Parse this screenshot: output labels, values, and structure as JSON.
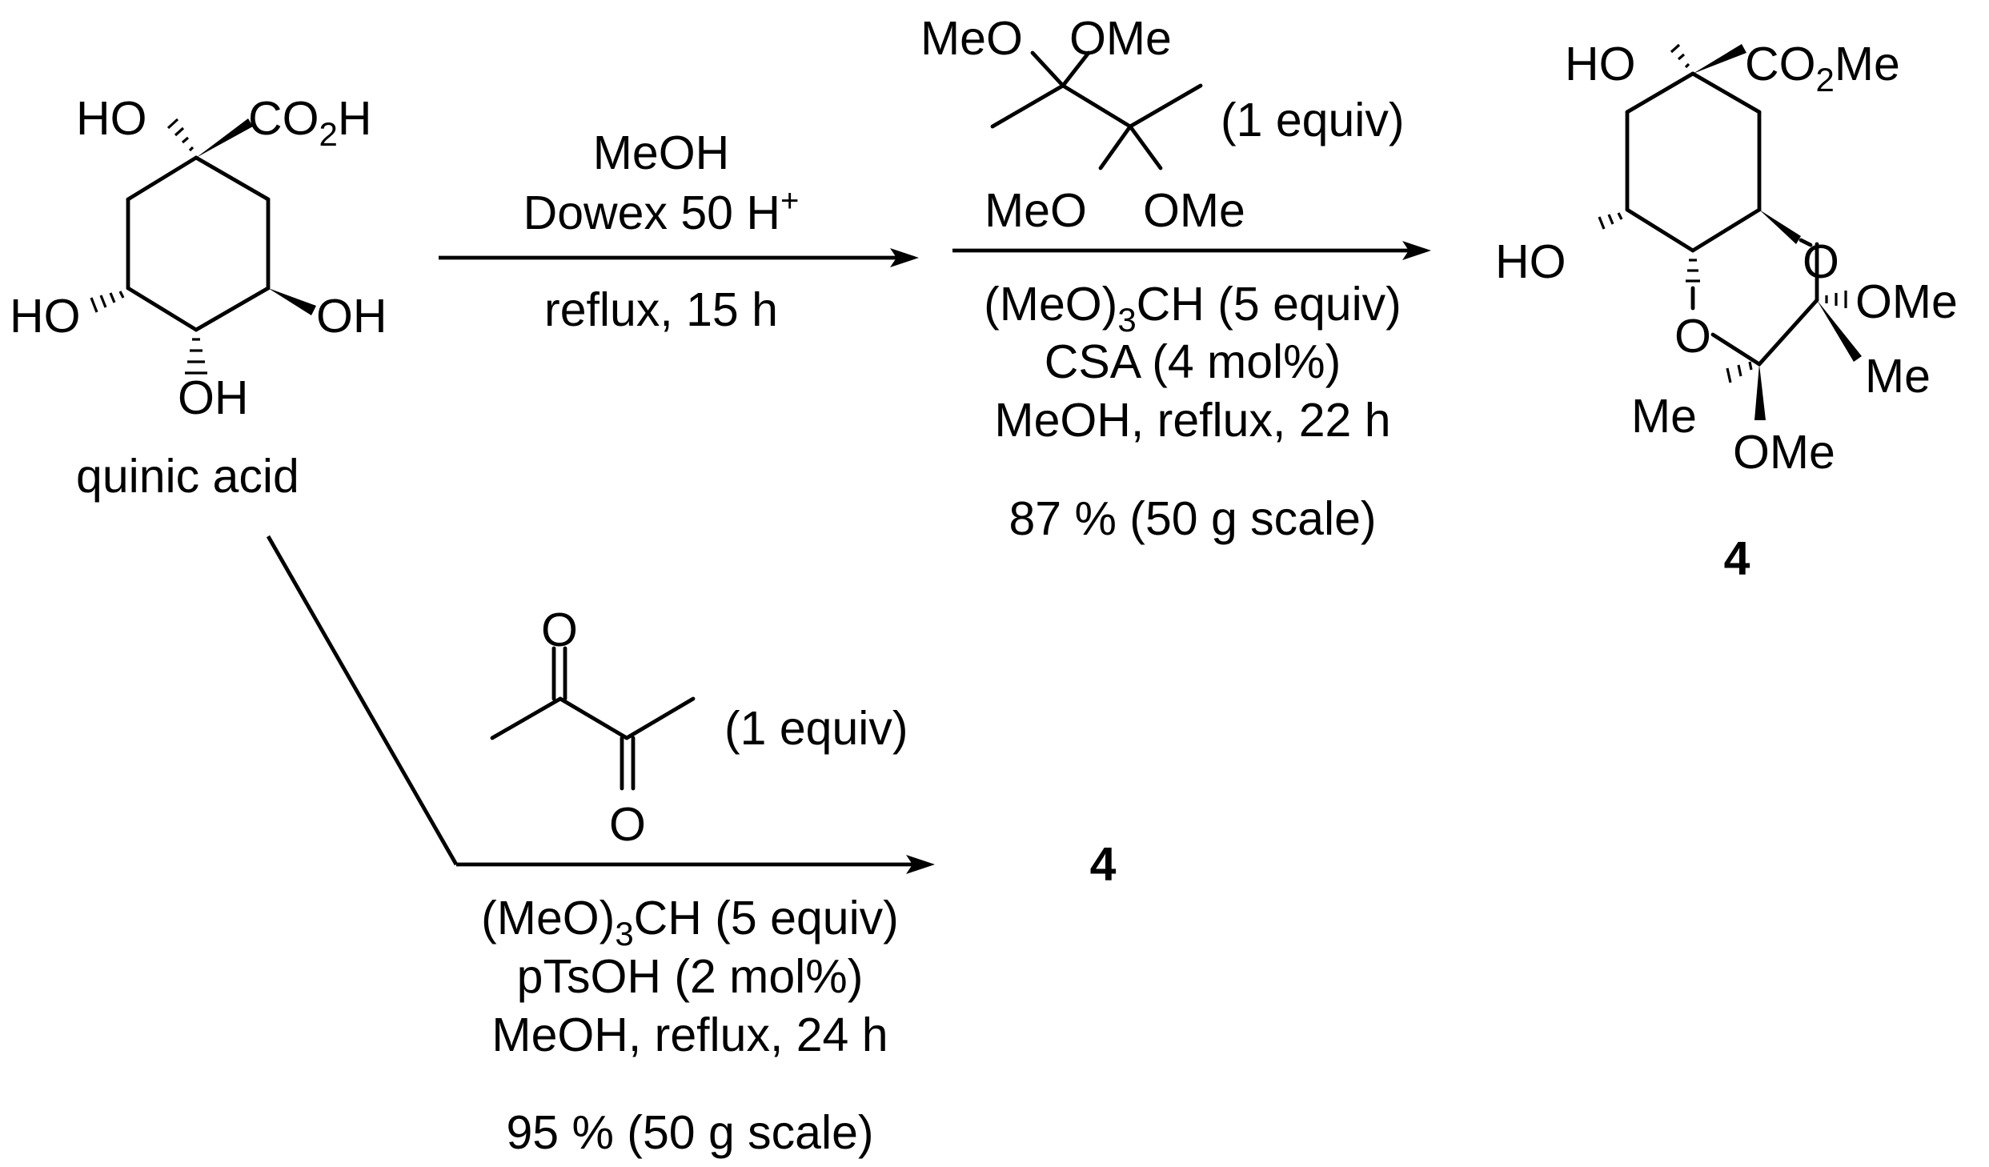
{
  "quinic_acid": {
    "name": "quinic acid",
    "label_ho_top": "HO",
    "label_co2h": "CO",
    "label_co2h_sub": "2",
    "label_co2h_end": "H",
    "label_ho_left": "HO",
    "label_oh_right": "OH",
    "label_oh_bottom": "OH"
  },
  "step1": {
    "reagent": "MeOH",
    "catalyst": "Dowex 50 H",
    "catalyst_sup": "+",
    "conditions": "reflux, 15 h"
  },
  "step2": {
    "reagent_labels": {
      "meo_tl": "MeO",
      "ome_tr": "OMe",
      "meo_bl": "MeO",
      "ome_br": "OMe"
    },
    "reagent_equiv": "(1 equiv)",
    "orthoformate": "(MeO)",
    "orthoformate_sub": "3",
    "orthoformate_end": "CH (5 equiv)",
    "acid": "CSA (4 mol%)",
    "solvent": "MeOH, reflux, 22 h",
    "yield": "87 % (50 g scale)"
  },
  "product": {
    "number": "4",
    "label_ho_top": "HO",
    "label_co2me": "CO",
    "label_co2me_sub": "2",
    "label_co2me_end": "Me",
    "label_ho_left": "HO",
    "label_o_right": "O",
    "label_o_bottom": "O",
    "label_ome_right": "OMe",
    "label_me_right": "Me",
    "label_me_left": "Me",
    "label_ome_bottom": "OMe"
  },
  "alt_route": {
    "diketone_o_top": "O",
    "diketone_o_bottom": "O",
    "reagent_equiv": "(1 equiv)",
    "orthoformate": "(MeO)",
    "orthoformate_sub": "3",
    "orthoformate_end": "CH (5 equiv)",
    "acid": "pTsOH (2 mol%)",
    "solvent": "MeOH, reflux, 24 h",
    "yield": "95 % (50 g scale)",
    "product_number": "4"
  }
}
